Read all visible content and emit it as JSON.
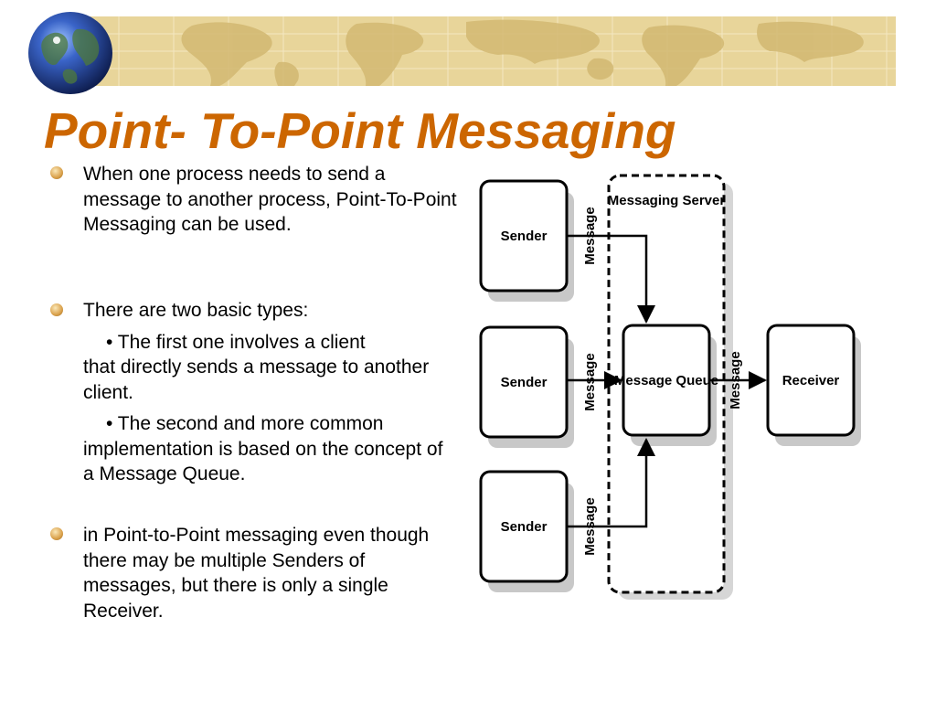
{
  "slide": {
    "title": "Point- To-Point Messaging",
    "colors": {
      "title": "#cc6600",
      "banner": "#e8d59a",
      "bullet": "#d9a04a"
    },
    "bullets": [
      {
        "text": "When one process needs to send a message to another process, Point-To-Point Messaging can be used."
      },
      {
        "text": "There are two basic types:",
        "subs": [
          {
            "lead": "• The first one involves a client",
            "rest": "that directly sends a message to another client."
          },
          {
            "lead": "• The second and more common",
            "rest": "implementation is based on the concept of a Message Queue."
          }
        ]
      },
      {
        "text": "in Point-to-Point messaging even though there may be multiple Senders of messages, but there is only a single Receiver."
      }
    ]
  },
  "diagram": {
    "server_label": "Messaging Server",
    "senders": [
      "Sender",
      "Sender",
      "Sender"
    ],
    "queue_label": "Message Queue",
    "receiver_label": "Receiver",
    "message_label": "Message"
  }
}
